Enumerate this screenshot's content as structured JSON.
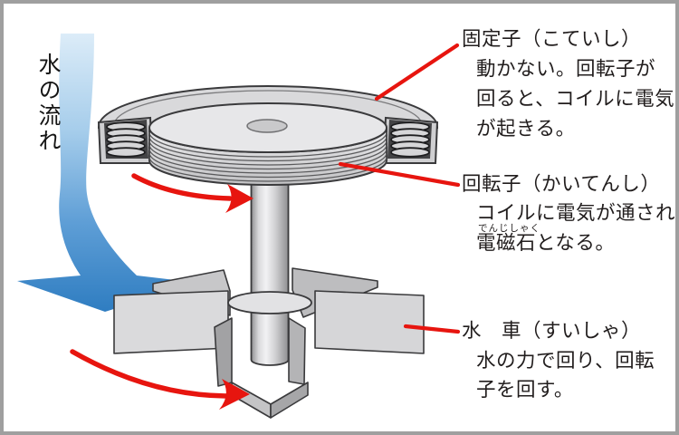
{
  "palette": {
    "background": "#ffffff",
    "frame_border": "#9f9f9f",
    "annotation_red": "#e7150f",
    "water_blue_light": "#d9eaf7",
    "water_blue_dark": "#2f7dc1",
    "metal_light": "#e6e6e8",
    "metal_mid": "#d0d0d2",
    "metal_dark": "#98989a",
    "outline": "#3a3a3c",
    "text_color": "#211d1d"
  },
  "labels": {
    "water_flow": "水の流れ",
    "blocks": [
      {
        "title": "固定子（こていし）",
        "lines": [
          "動かない。回転子が",
          "回ると、コイルに電気",
          "が起きる。"
        ]
      },
      {
        "title": "回転子（かいてんし）",
        "lines": [
          "コイルに電気が通され、",
          "電磁石となる。"
        ],
        "furigana": "でんじしゃく"
      },
      {
        "title": "水　車（すいしゃ）",
        "lines": [
          "水の力で回り、回転",
          "子を回す。"
        ]
      }
    ]
  },
  "diagram_parts": [
    "stator-cap-with-coils",
    "rotor-coil-disc",
    "shaft",
    "water-wheel-blades",
    "water-flow-arrow",
    "rotation-arrows"
  ]
}
